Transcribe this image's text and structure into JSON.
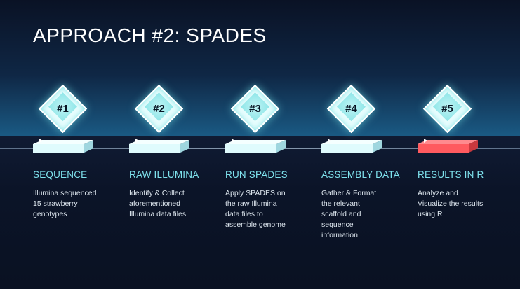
{
  "title": "APPROACH #2: SPADES",
  "colors": {
    "slab_default": "#dffbfd",
    "slab_active": "#ff5a5f",
    "label": "#7fe3ee"
  },
  "steps": [
    {
      "number": "#1",
      "label": "SEQUENCE",
      "lines": [
        "Illumina sequenced",
        "15 strawberry",
        "genotypes"
      ],
      "active": false
    },
    {
      "number": "#2",
      "label": "RAW ILLUMINA",
      "lines": [
        "Identify & Collect",
        "aforementioned",
        "Illumina data files"
      ],
      "active": false
    },
    {
      "number": "#3",
      "label": "RUN SPADES",
      "lines": [
        "Apply SPADES on",
        "the raw Illumina",
        "data files to",
        "assemble genome"
      ],
      "active": false
    },
    {
      "number": "#4",
      "label": "ASSEMBLY DATA",
      "lines": [
        "Gather & Format",
        "the relevant",
        "scaffold and",
        "sequence",
        "information"
      ],
      "active": false
    },
    {
      "number": "#5",
      "label": "RESULTS IN R",
      "lines": [
        "Analyze and",
        "Visualize the results",
        "using R"
      ],
      "active": true
    }
  ]
}
